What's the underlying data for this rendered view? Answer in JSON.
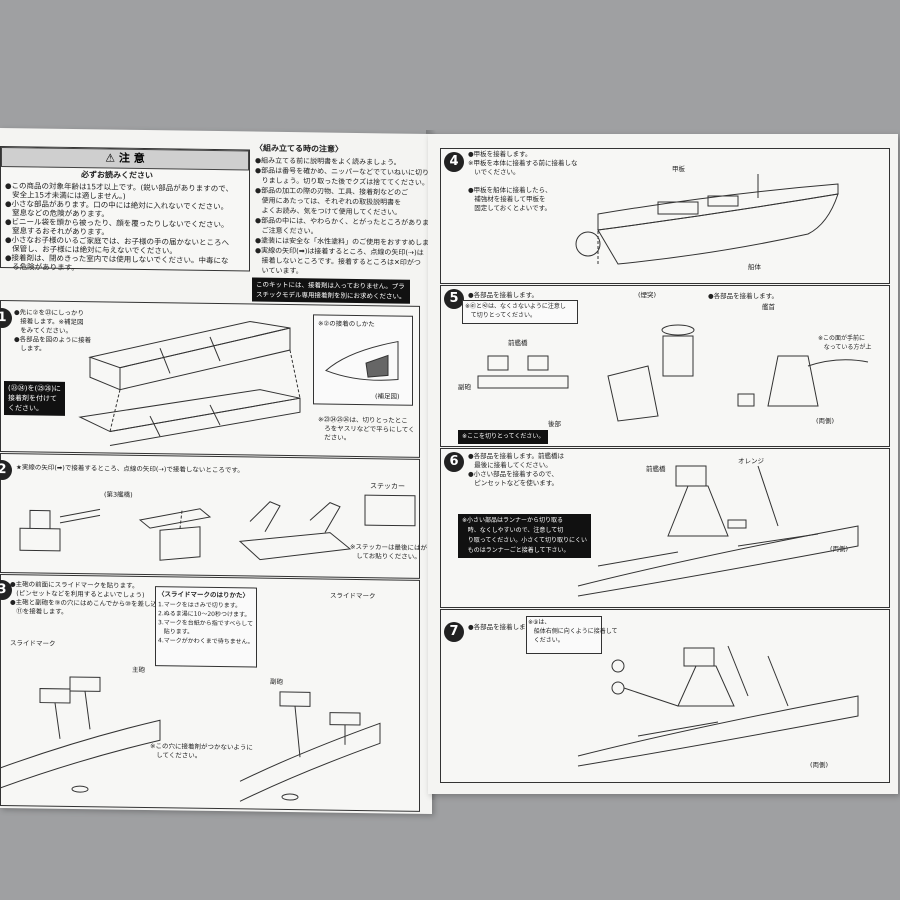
{
  "left_page": {
    "warning": {
      "title": "注 意",
      "subtitle": "必ずお読みください",
      "lines": [
        "●この商品の対象年齢は15才以上です。(鋭い部品がありますので、",
        "   安全上15才未満には適しません。)",
        "●小さな部品があります。口の中には絶対に入れないでください。",
        "   窒息などの危険があります。",
        "●ビニール袋を頭から被ったり、顔を覆ったりしないでください。",
        "   窒息するおそれがあります。",
        "●小さなお子様のいるご家庭では、お子様の手の届かないところへ",
        "   保管し、お子様には絶対に与えないでください。",
        "●接着剤は、閉めきった室内では使用しないでください。中毒にな",
        "   る危険があります。"
      ]
    },
    "assembly_notes": {
      "title": "〈組み立てる時の注意〉",
      "lines": [
        "●組み立てる前に説明書をよく読みましょう。",
        "●部品は番号を確かめ、ニッパーなどでていねいに切り取",
        "   りましょう。切り取った後でクズは捨ててください。",
        "●部品の加工の際の刃物、工具、接着剤などのご",
        "   使用にあたっては、それぞれの取扱説明書を",
        "   よくお読み、気をつけて使用してください。",
        "●部品の中には、やわらかく、とがったところがありますので",
        "   ご注意ください。",
        "●塗装には安全な「水性塗料」のご使用をおすすめします。",
        "●実線の矢印(➡)は接着するところ、点線の矢印(⇢)は",
        "   接着しないところです。接着するところは✕印がつ",
        "   いています。"
      ],
      "black_note": "このキットには、接着剤は入っておりません。プラ\nスチックモデル専用接着剤を別にお求めください。"
    },
    "step1": {
      "number": "1",
      "notes": "●先に②を㉓にしっかり\n   接着します。※補足図\n   をみてください。\n●各部品を図のように接着\n   します。",
      "inset_label": "※②の接着のしかた",
      "inset_caption": "(補足図)",
      "black_note": "(㉓㉔)を(㉕㉖)に\n接着剤を付けて\nください。",
      "cut_note": "※㉓㉔㉕㉖は、切りとったとこ\n   ろをヤスリなどで平らにしてく\n   ださい。"
    },
    "step2": {
      "number": "2",
      "notes": "★実線の矢印(➡)で接着するところ、点線の矢印(⇢)で接着しないところです。",
      "sticker_label": "ステッカー",
      "third_bridge": "(第3艦橋)",
      "sticker_note": "※ステッカーは最後にはが\n   してお貼りください。"
    },
    "step3": {
      "number": "3",
      "notes": "●主砲の前面にスライドマークを貼ります。\n   (ピンセットなどを利用するとよいでしょう)\n●主砲と副砲を⑨の穴にはめこんでから⑩を差し込み\n   ⑪を接着します。",
      "slide_mark_title": "〈スライドマークのはりかた〉",
      "slide_mark_steps": "1.マークをはさみで切ります。\n2.ぬるま湯に10〜20秒つけます。\n3.マークを台紙から指ですべらして\n   貼ります。\n4.マークがかわくまで待ちません。",
      "label_slide_mark": "スライドマーク",
      "label_main_gun": "主砲",
      "label_sub_gun": "副砲",
      "hole_note": "※この穴に接着剤がつかないように\n   してください。"
    }
  },
  "right_page": {
    "step4": {
      "number": "4",
      "notes": "●甲板を接着します。\n※甲板を本体に接着する前に接着しな\n   いでください。\n\n●甲板を船体に接着したら、\n   補強材を接着して甲板を\n   固定しておくとよいです。",
      "label_deck": "甲板",
      "label_hull": "船体"
    },
    "step5": {
      "number": "5",
      "notes_left": "●各部品を接着します。",
      "note_ab": "※㊶と㊷は、なくさないように注意し\n   て切りとってください。",
      "note_right": "●各部品を接着します。",
      "label_chimney": "(煙突)",
      "label_antenna": "前艦橋",
      "label_bow": "艦首",
      "label_sub": "副砲",
      "label_rear": "後部",
      "black_note": "※ここを切りとってください。",
      "note_direction": "※この面が手前に\n   なっている方が上",
      "label_both": "(両側)"
    },
    "step6": {
      "number": "6",
      "notes": "●各部品を接着します。前艦橋は\n   最後に接着してください。\n●小さい部品を接着するので、\n   ピンセットなどを使います。",
      "label_orange": "オレンジ",
      "label_bridge": "前艦橋",
      "black_note": "※小さい部品はランナーから切り取る\n   時、なくしやすいので、注意して切\n   り取ってください。小さくて切り取りにくい\n   ものはランナーごと接着して下さい。",
      "label_both": "(両側)"
    },
    "step7": {
      "number": "7",
      "notes": "●各部品を接着します。",
      "note_antenna": "※⑨は、\n   船体右側に向くように接着して\n   ください。",
      "label_both": "(両側)"
    }
  },
  "colors": {
    "background": "#9fa0a2",
    "paper": "#f4f4f2",
    "ink": "#222222",
    "warning_header": "#cfcfcf"
  }
}
